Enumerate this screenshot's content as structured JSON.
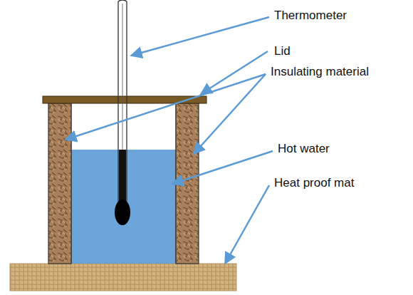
{
  "diagram": {
    "labels": [
      "Thermometer",
      "Lid",
      "Insulating material",
      "Hot water",
      "Heat proof mat"
    ]
  }
}
